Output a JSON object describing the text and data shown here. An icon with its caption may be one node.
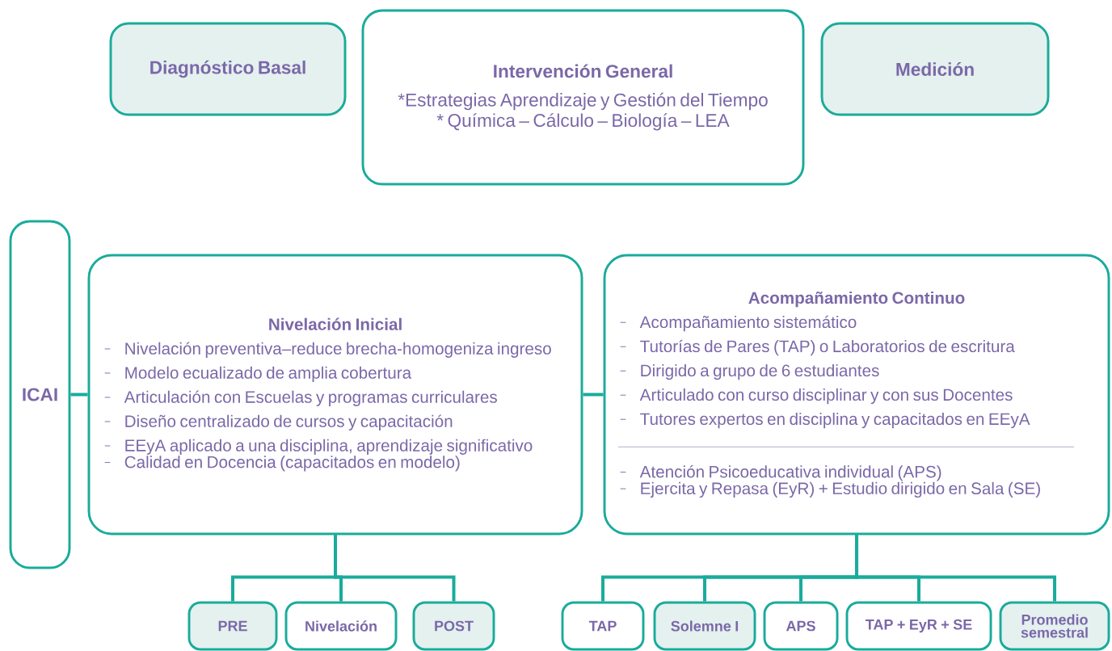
{
  "diagram": {
    "nodes": [
      {
        "text": [
          "Diagnóstico Basal"
        ]
      },
      {
        "text": [
          "Intervención General",
          "*Estrategias Aprendizaje y Gestión del Tiempo",
          "* Química – Cálculo – Biología – LEA"
        ]
      },
      {
        "text": [
          "Medición"
        ]
      },
      {
        "text": [
          "ICAI"
        ]
      },
      {
        "text": [
          "Nivelación Inicial",
          "Nivelación preventiva–reduce brecha-homogeniza ingreso",
          "Modelo ecualizado de amplia cobertura",
          "Articulación con Escuelas y programas curriculares",
          "Diseño centralizado de cursos y capacitación",
          "EEyA aplicado a una disciplina, aprendizaje significativo",
          "Calidad en Docencia (capacitados en modelo)"
        ]
      },
      {
        "text": [
          "Acompañamiento Continuo",
          "Acompañamiento sistemático",
          "Tutorías de Pares (TAP) o Laboratorios de escritura",
          "Dirigido a grupo de 6 estudiantes",
          "Articulado con curso disciplinar y con sus Docentes",
          "Tutores expertos en disciplina y capacitados en EEyA",
          "Atención Psicoeducativa individual (APS)",
          "Ejercita y Repasa (EyR) + Estudio dirigido en Sala (SE)"
        ]
      },
      {
        "text": [
          "PRE"
        ]
      },
      {
        "text": [
          "Nivelación"
        ]
      },
      {
        "text": [
          "POST"
        ]
      },
      {
        "text": [
          "TAP"
        ]
      },
      {
        "text": [
          "Solemne I"
        ]
      },
      {
        "text": [
          "APS"
        ]
      },
      {
        "text": [
          "TAP + EyR + SE"
        ]
      },
      {
        "text": [
          "Promedio semestral"
        ]
      }
    ],
    "edges": [
      {
        "from": 3,
        "to": 4,
        "arrow": "none"
      },
      {
        "from": 4,
        "to": 5,
        "arrow": "none"
      },
      {
        "from": 4,
        "to": 6,
        "arrow": "none"
      },
      {
        "from": 4,
        "to": 7,
        "arrow": "none"
      },
      {
        "from": 4,
        "to": 8,
        "arrow": "none"
      },
      {
        "from": 5,
        "to": 9,
        "arrow": "none"
      },
      {
        "from": 5,
        "to": 10,
        "arrow": "none"
      },
      {
        "from": 5,
        "to": 11,
        "arrow": "none"
      },
      {
        "from": 5,
        "to": 12,
        "arrow": "none"
      },
      {
        "from": 5,
        "to": 13,
        "arrow": "none"
      }
    ]
  }
}
